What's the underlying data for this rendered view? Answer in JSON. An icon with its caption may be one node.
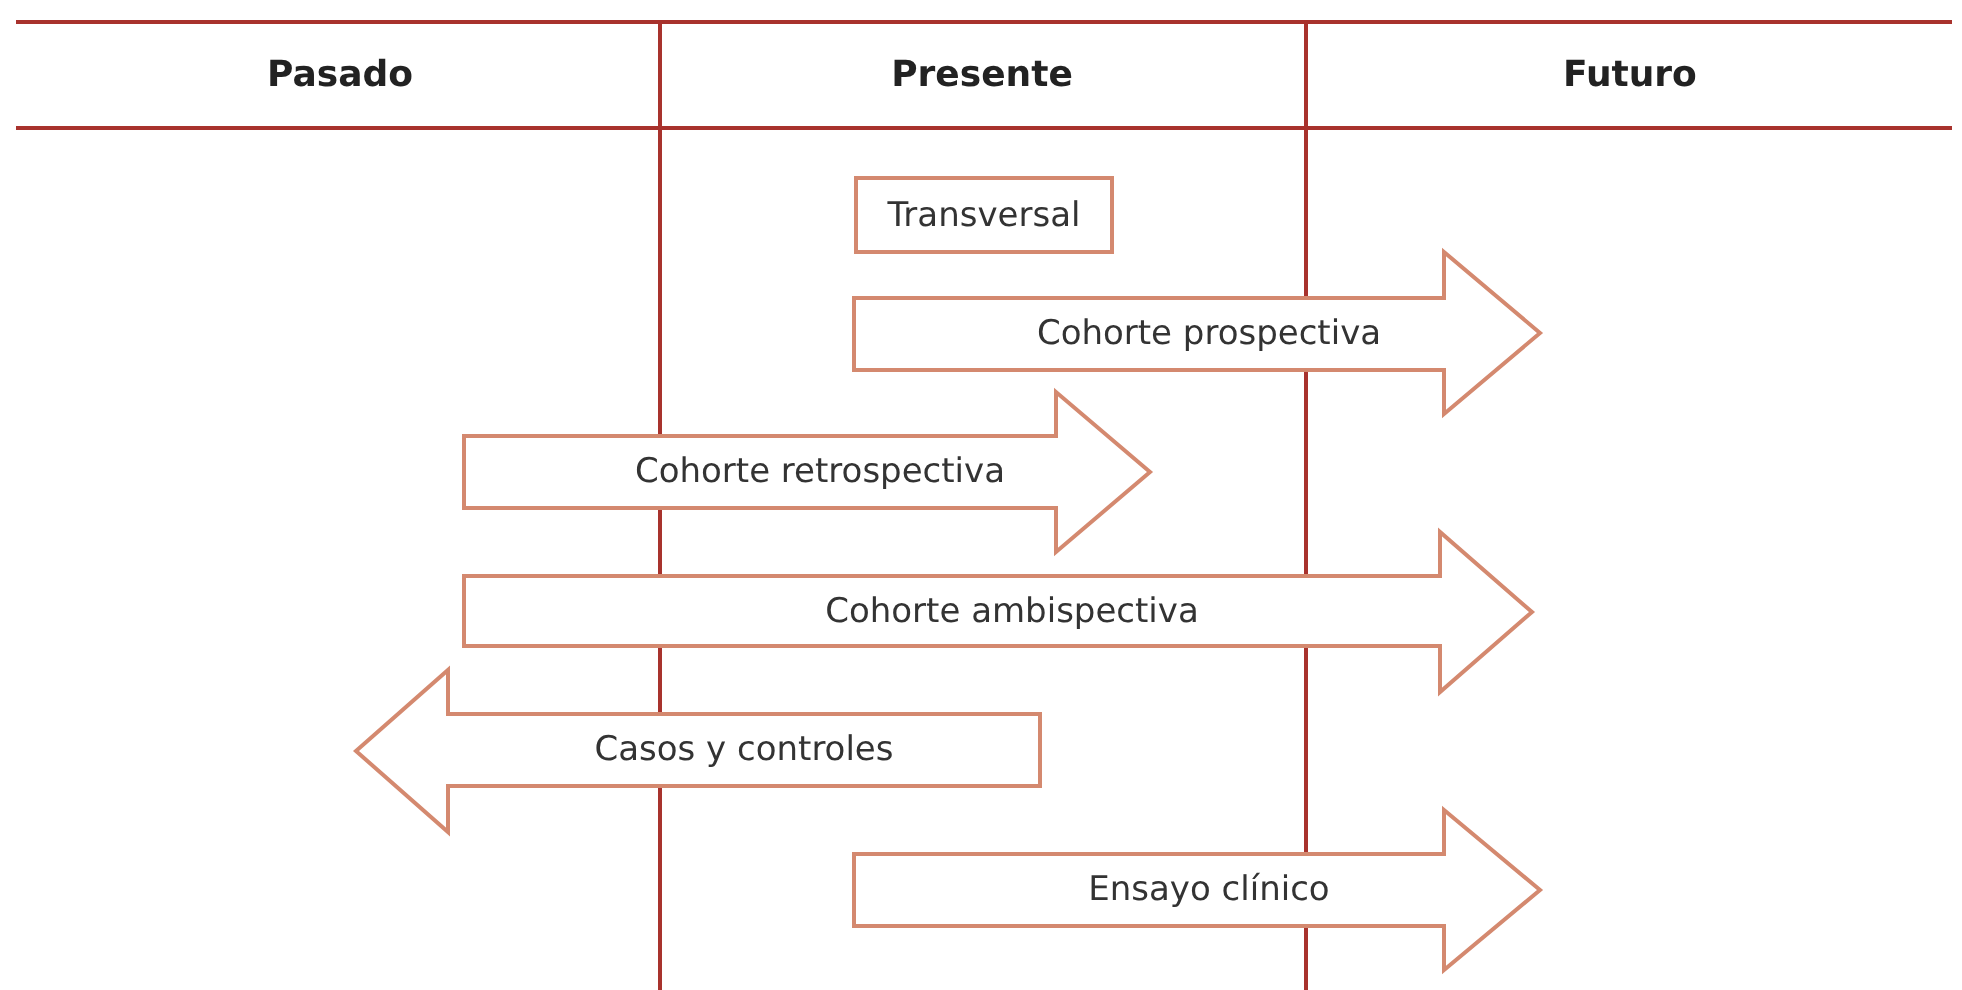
{
  "diagram": {
    "nodes": [
      {
        "text": [
          "Transversal"
        ]
      },
      {
        "text": [
          "Cohorte prospectiva"
        ]
      },
      {
        "text": [
          "Cohorte retrospectiva"
        ]
      },
      {
        "text": [
          "Cohorte ambispectiva"
        ]
      },
      {
        "text": [
          "Casos y controles"
        ]
      },
      {
        "text": [
          "Ensayo clínico"
        ]
      }
    ],
    "labels": [
      "Pasado",
      "Presente",
      "Futuro"
    ]
  }
}
